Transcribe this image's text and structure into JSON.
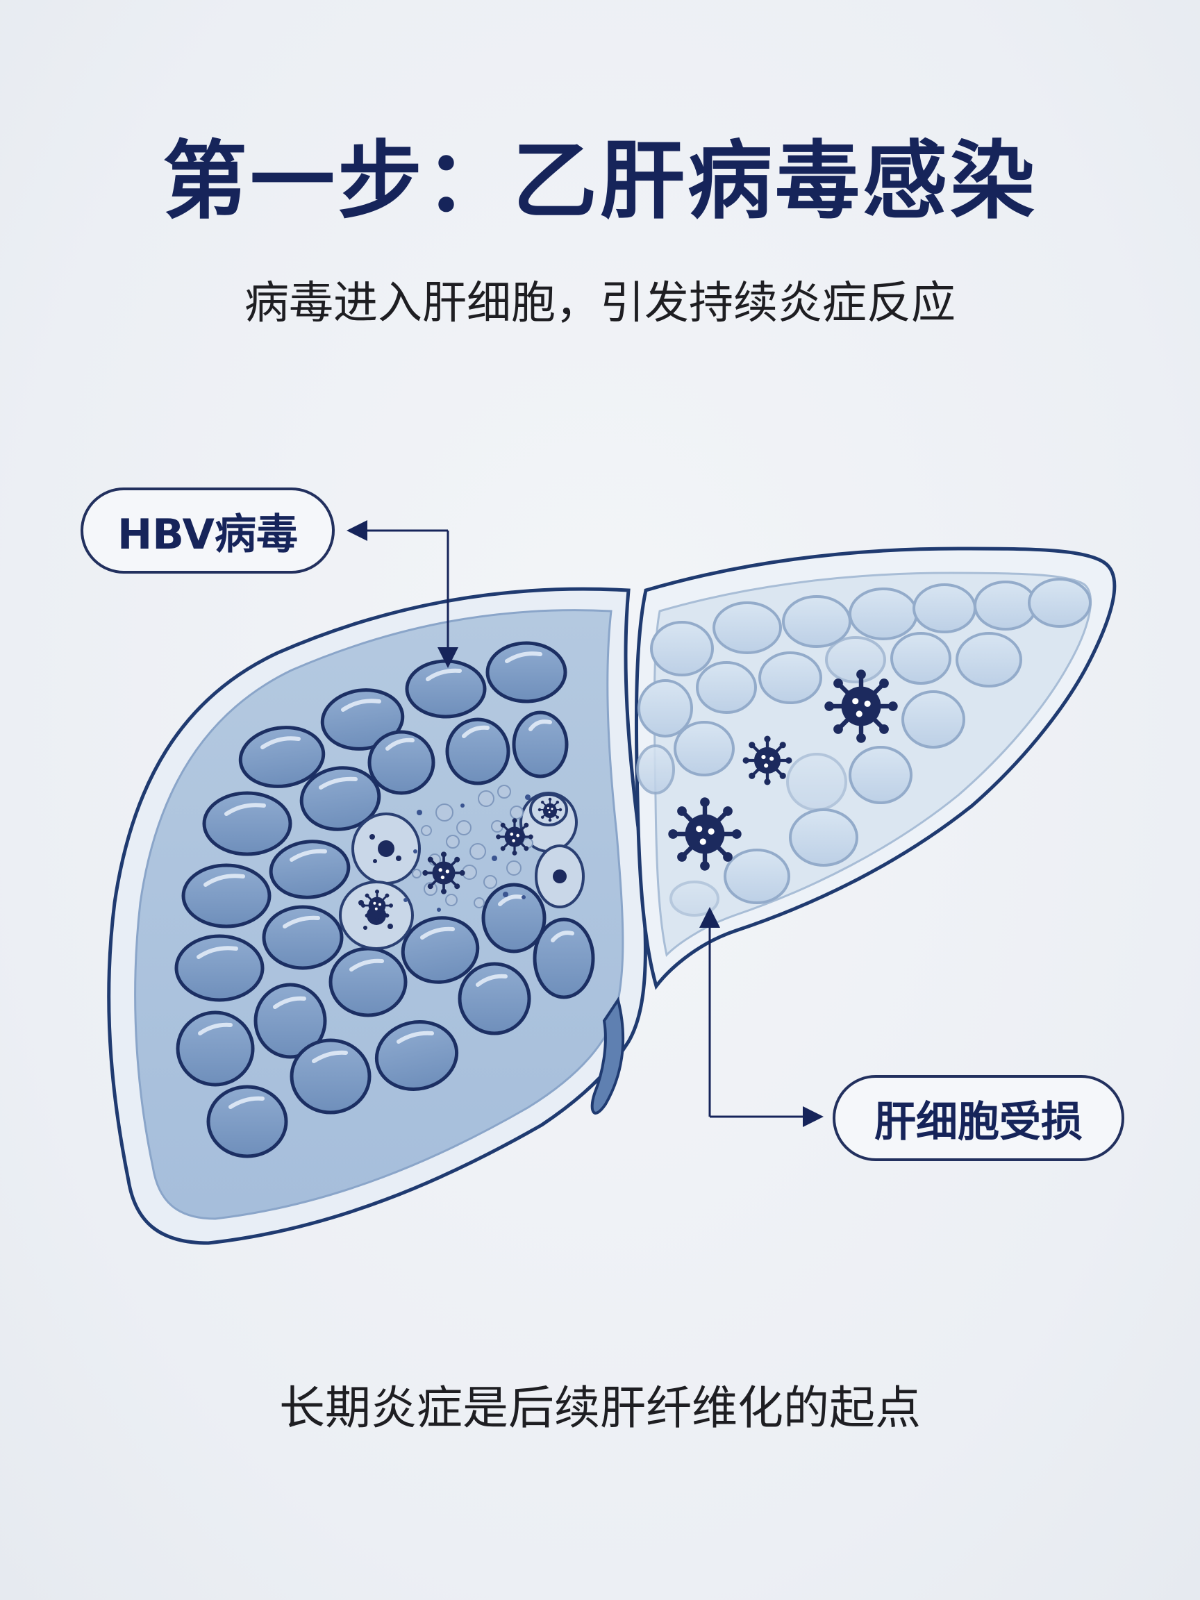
{
  "title": "第一步：乙肝病毒感染",
  "subtitle": "病毒进入肝细胞，引发持续炎症反应",
  "callouts": {
    "hbv": "HBV病毒",
    "damaged": "肝细胞受损"
  },
  "footer": "长期炎症是后续肝纤维化的起点",
  "icons": [
    "virus-icon",
    "arrow-icon",
    "liver-illustration",
    "hepatocyte-cell"
  ],
  "colors": {
    "navy": "#16245a",
    "cell_fill": "#7f9dc4",
    "cell_light": "#c7d8ea",
    "background": "#eef1f5"
  }
}
